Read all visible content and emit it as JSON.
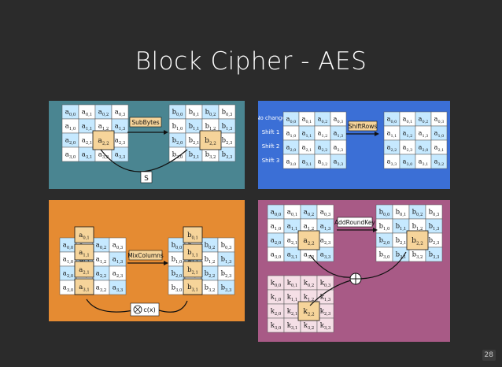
{
  "slide": {
    "title": "Block Cipher - AES",
    "page_number": "28"
  },
  "panels": {
    "subbytes": {
      "bg": "#4a8591",
      "step_label": "SubBytes",
      "sbox_label": "S",
      "left_grid": [
        [
          "a0,0",
          "a0,1",
          "a0,2",
          "a0,3"
        ],
        [
          "a1,0",
          "a1,1",
          "a1,2",
          "a1,3"
        ],
        [
          "a2,0",
          "a2,1",
          "a2,2",
          "a2,3"
        ],
        [
          "a3,0",
          "a3,1",
          "a3,2",
          "a3,3"
        ]
      ],
      "right_grid": [
        [
          "b0,0",
          "b0,1",
          "b0,2",
          "b0,3"
        ],
        [
          "b1,0",
          "b1,1",
          "b1,2",
          "b1,3"
        ],
        [
          "b2,0",
          "b2,1",
          "b2,2",
          "b2,3"
        ],
        [
          "b3,0",
          "b3,1",
          "b3,2",
          "b3,3"
        ]
      ]
    },
    "shiftrows": {
      "bg": "#3b6fd6",
      "step_label": "ShiftRows",
      "row_labels": [
        "No change",
        "Shift 1",
        "Shift 2",
        "Shift 3"
      ],
      "left_grid": [
        [
          "a0,0",
          "a0,1",
          "a0,2",
          "a0,3"
        ],
        [
          "a1,0",
          "a1,1",
          "a1,2",
          "a1,3"
        ],
        [
          "a2,0",
          "a2,1",
          "a2,2",
          "a2,3"
        ],
        [
          "a3,0",
          "a3,1",
          "a3,2",
          "a3,3"
        ]
      ],
      "right_grid": [
        [
          "a0,0",
          "a0,1",
          "a0,2",
          "a0,3"
        ],
        [
          "a1,1",
          "a1,2",
          "a1,3",
          "a1,0"
        ],
        [
          "a2,2",
          "a2,3",
          "a2,0",
          "a2,1"
        ],
        [
          "a3,3",
          "a3,0",
          "a3,1",
          "a3,2"
        ]
      ]
    },
    "mixcolumns": {
      "bg": "#e58b32",
      "step_label": "MixColumns",
      "op_label": "c(x)",
      "left_grid": [
        [
          "a0,0",
          "a0,1",
          "a0,2",
          "a0,3"
        ],
        [
          "a1,0",
          "a1,1",
          "a1,2",
          "a1,3"
        ],
        [
          "a2,0",
          "a2,1",
          "a2,2",
          "a2,3"
        ],
        [
          "a3,0",
          "a3,1",
          "a3,2",
          "a3,3"
        ]
      ],
      "right_grid": [
        [
          "b0,0",
          "b0,1",
          "b0,2",
          "b0,3"
        ],
        [
          "b1,0",
          "b1,1",
          "b1,2",
          "b1,3"
        ],
        [
          "b2,0",
          "b2,1",
          "b2,2",
          "b2,3"
        ],
        [
          "b3,0",
          "b3,1",
          "b3,2",
          "b3,3"
        ]
      ],
      "left_column": [
        "a0,1",
        "a1,1",
        "a2,1",
        "a3,1"
      ],
      "right_column": [
        "b0,1",
        "b1,1",
        "b2,1",
        "b3,1"
      ]
    },
    "addroundkey": {
      "bg": "#a85a86",
      "step_label": "AddRoundKey",
      "state_grid": [
        [
          "a0,0",
          "a0,1",
          "a0,2",
          "a0,3"
        ],
        [
          "a1,0",
          "a1,1",
          "a1,2",
          "a1,3"
        ],
        [
          "a2,0",
          "a2,1",
          "a2,2",
          "a2,3"
        ],
        [
          "a3,0",
          "a3,1",
          "a3,2",
          "a3,3"
        ]
      ],
      "key_grid": [
        [
          "k0,0",
          "k0,1",
          "k0,2",
          "k0,3"
        ],
        [
          "k1,0",
          "k1,1",
          "k1,2",
          "k1,3"
        ],
        [
          "k2,0",
          "k2,1",
          "k2,2",
          "k2,3"
        ],
        [
          "k3,0",
          "k3,1",
          "k3,2",
          "k3,3"
        ]
      ],
      "result_grid": [
        [
          "b0,0",
          "b0,1",
          "b0,2",
          "b0,3"
        ],
        [
          "b1,0",
          "b1,1",
          "b1,2",
          "b1,3"
        ],
        [
          "b2,0",
          "b2,1",
          "b2,2",
          "b2,3"
        ],
        [
          "b3,0",
          "b3,1",
          "b3,2",
          "b3,3"
        ]
      ]
    }
  },
  "colors": {
    "cell_light": "#c6e9ff",
    "cell_white": "#ffffff",
    "highlight": "#f6d49a",
    "key_cell": "#f5dfe6"
  }
}
